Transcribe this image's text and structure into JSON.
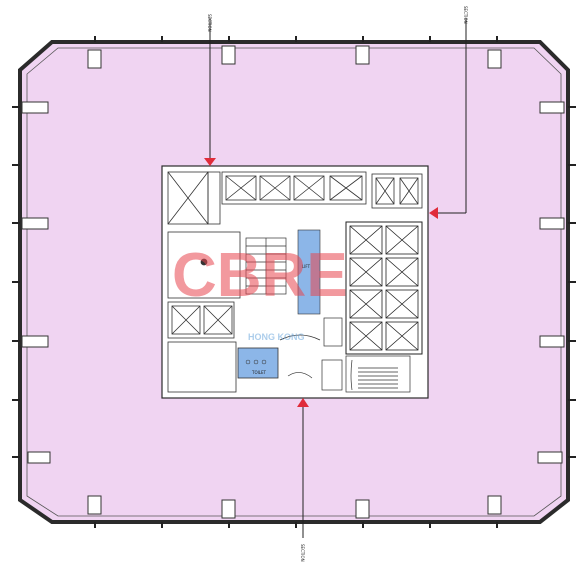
{
  "plan": {
    "title": "",
    "colors": {
      "office_area": "#f0d4f2",
      "core": "#ffffff",
      "wall": "#2b2b2b",
      "section_arrow": "#e02b3a",
      "wet_area": "#8cb6e8",
      "watermark_red": "#e8464f",
      "watermark_blue": "#6aa6dc"
    },
    "section_markers": [
      {
        "id": "north",
        "label": "SECTION",
        "arrow_direction": "down"
      },
      {
        "id": "east",
        "label": "SECTION",
        "arrow_direction": "left"
      },
      {
        "id": "south",
        "label": "SECTION",
        "arrow_direction": "up"
      }
    ],
    "rooms": {
      "lift_label": "LIFT",
      "toilet_label": "TOILET"
    },
    "watermark": {
      "text": "CBRE",
      "subtext": "HONG KONG"
    }
  }
}
